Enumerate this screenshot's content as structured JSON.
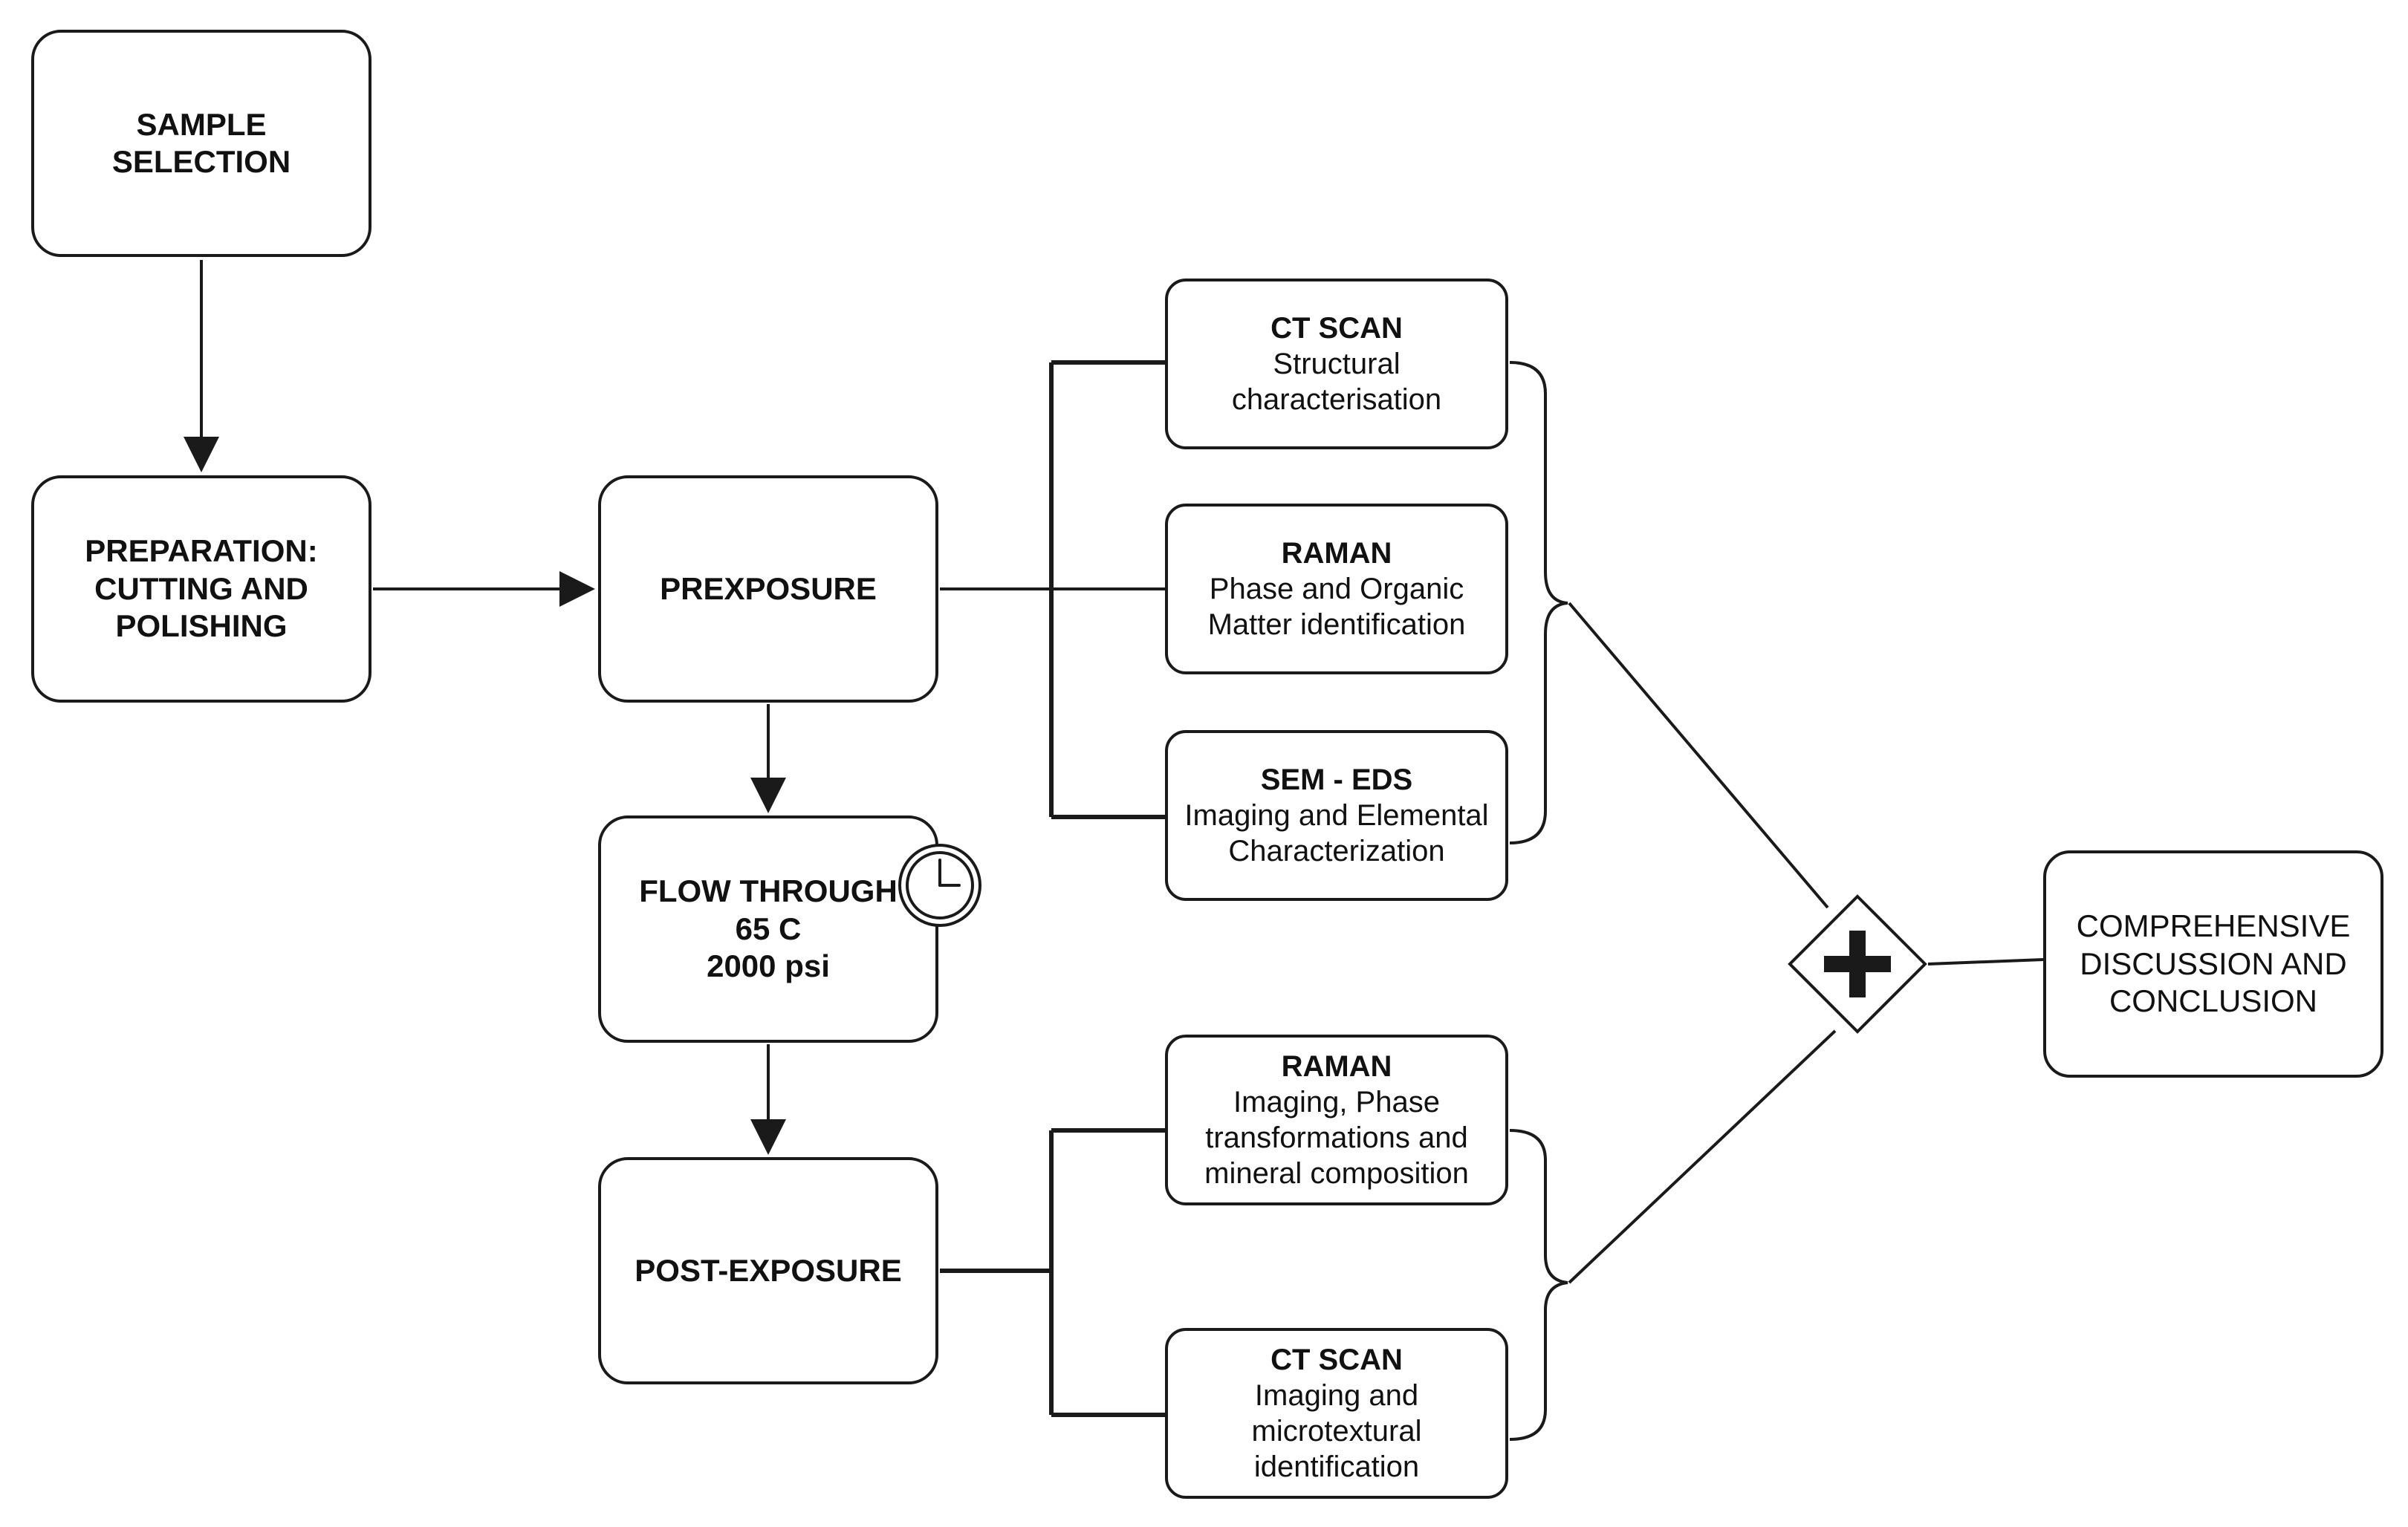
{
  "nodes": {
    "sample_selection": {
      "line1": "SAMPLE",
      "line2": "SELECTION"
    },
    "preparation": {
      "line1": "PREPARATION:",
      "line2": "CUTTING AND",
      "line3": "POLISHING"
    },
    "prexposure": {
      "line1": "PREXPOSURE"
    },
    "flow_through": {
      "line1": "FLOW THROUGH",
      "line2": "65 C",
      "line3": "2000 psi"
    },
    "post_exposure": {
      "line1": "POST-EXPOSURE"
    },
    "ct_scan_pre": {
      "method": "CT SCAN",
      "desc": "Structural characterisation"
    },
    "raman_pre": {
      "method": "RAMAN",
      "desc": "Phase and Organic Matter identification"
    },
    "sem_eds": {
      "method": "SEM - EDS",
      "desc": "Imaging and Elemental Characterization"
    },
    "raman_post": {
      "method": "RAMAN",
      "desc": "Imaging, Phase transformations and mineral composition"
    },
    "ct_scan_post": {
      "method": "CT SCAN",
      "desc": "Imaging and microtextural identification"
    },
    "conclusion": {
      "line1": "COMPREHENSIVE",
      "line2": "DISCUSSION AND",
      "line3": "CONCLUSION"
    }
  },
  "icons": {
    "timer": "clock-icon",
    "gateway": "parallel-gateway-plus-icon"
  },
  "colors": {
    "stroke": "#1a1a1a",
    "background": "#ffffff"
  }
}
